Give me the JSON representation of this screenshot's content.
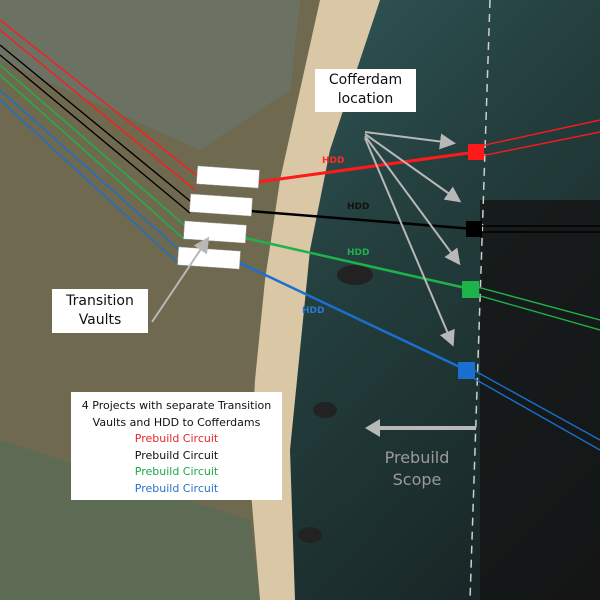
{
  "labels": {
    "cofferdam": [
      "Cofferdam",
      "location"
    ],
    "transition_vaults": [
      "Transition",
      "Vaults"
    ],
    "prebuild_scope": [
      "Prebuild",
      "Scope"
    ],
    "hdd": "HDD"
  },
  "legend": {
    "title_lines": [
      "4 Projects with separate Transition",
      "Vaults and HDD to Cofferdams"
    ],
    "items": [
      {
        "label": "Prebuild Circuit",
        "color": "#e8262a"
      },
      {
        "label": "Prebuild Circuit",
        "color": "#111111"
      },
      {
        "label": "Prebuild Circuit",
        "color": "#1fa64a"
      },
      {
        "label": "Prebuild Circuit",
        "color": "#2a73c8"
      }
    ]
  },
  "colors": {
    "red": "#ff1a1a",
    "black": "#000000",
    "green": "#1db34a",
    "blue": "#1a6fd0",
    "arrow": "#b8b8b8"
  }
}
